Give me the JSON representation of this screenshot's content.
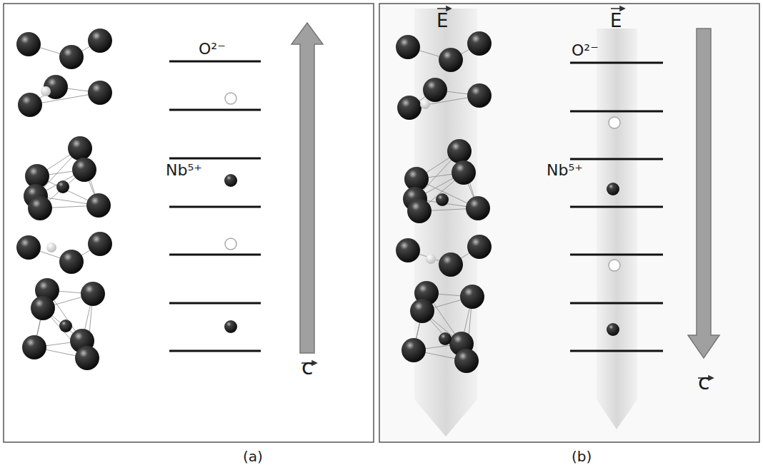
{
  "diagram": {
    "labels": [
      "O²⁻",
      "Nb⁵⁺",
      "c",
      "E",
      "E",
      "O²⁻",
      "Nb⁵⁺",
      "c",
      "(a)",
      "(b)"
    ]
  }
}
